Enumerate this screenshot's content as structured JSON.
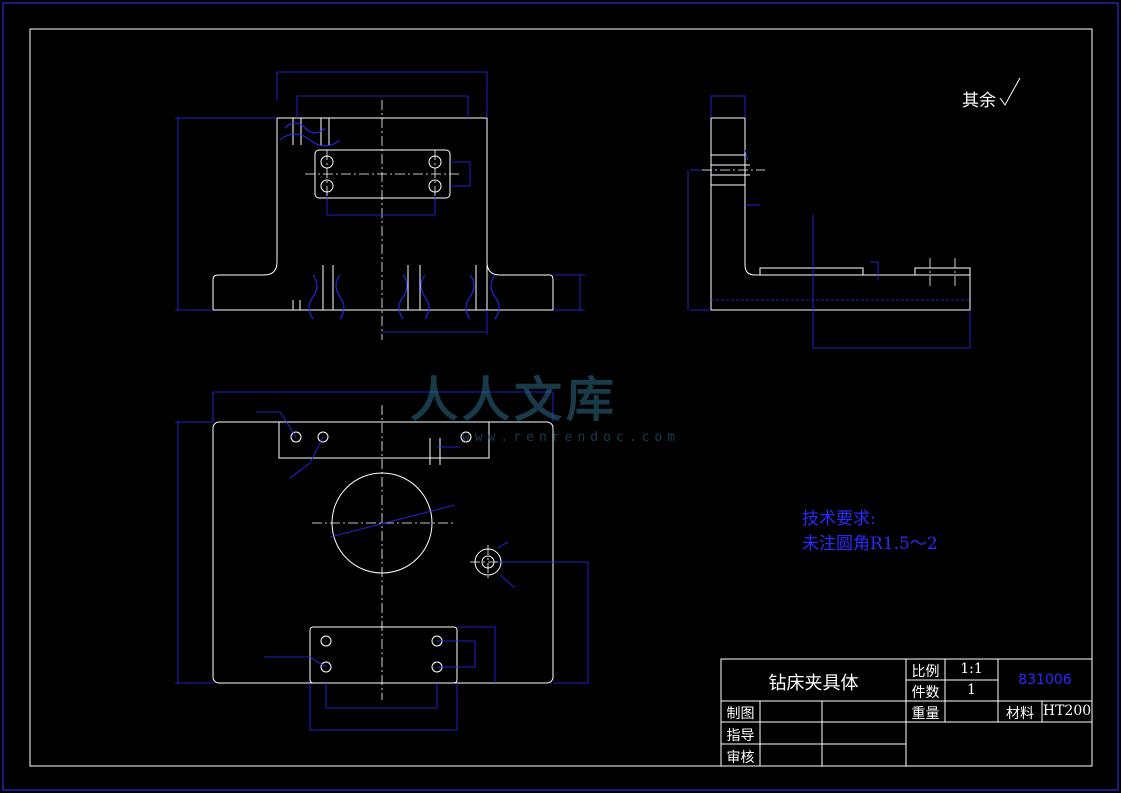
{
  "drawing": {
    "roughness_note": "其余",
    "technical_requirements": {
      "heading": "技术要求:",
      "item": "未注圆角R1.5～2"
    },
    "watermark": {
      "text": "人人文库",
      "url": "www.renrendoc.com"
    }
  },
  "title_block": {
    "part_name": "钻床夹具体",
    "scale_label": "比例",
    "scale_value": "1:1",
    "quantity_label": "件数",
    "quantity_value": "1",
    "drawing_number": "831006",
    "drawn_by_label": "制图",
    "supervisor_label": "指导",
    "reviewer_label": "审核",
    "weight_label": "重量",
    "material_label": "材料",
    "material_value": "HT200"
  },
  "colors": {
    "outline": "#ffffff",
    "dimension": "#2a2aff",
    "watermark": "#2d6b86",
    "background": "#000000"
  }
}
